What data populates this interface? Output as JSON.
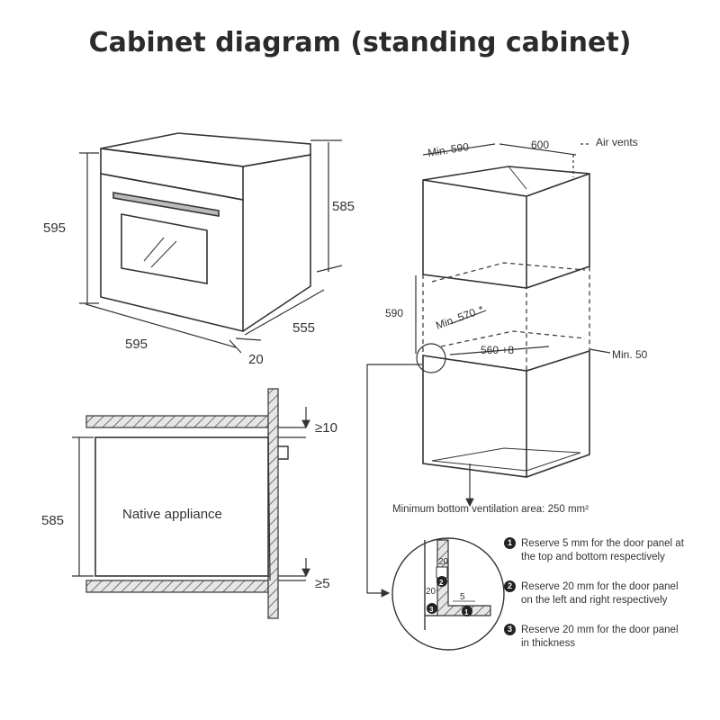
{
  "title": "Cabinet diagram (standing cabinet)",
  "oven_view": {
    "height": "595",
    "width": "595",
    "depth": "555",
    "depth_rear": "585",
    "door_thickness": "20"
  },
  "cabinet_view": {
    "min_width": "Min. 590",
    "depth": "600",
    "air_vents": "Air vents",
    "opening_height": "590",
    "min_depth": "Min. 570",
    "min_depth_mark": "*",
    "opening_width": "560 +8",
    "min_gap": "Min. 50",
    "ventilation_note": "Minimum bottom ventilation area: 250 mm²"
  },
  "section_view": {
    "label": "Native appliance",
    "height": "585",
    "top_gap": "≥10",
    "bottom_gap": "≥5"
  },
  "detail_view": {
    "dim_a": "20",
    "dim_b": "20",
    "dim_c": "5",
    "markers": [
      "1",
      "2",
      "3"
    ]
  },
  "notes": [
    {
      "num": "1",
      "text": "Reserve 5 mm for the door panel at the top and bottom respectively"
    },
    {
      "num": "2",
      "text": "Reserve 20 mm for the door panel on the left and right respectively"
    },
    {
      "num": "3",
      "text": "Reserve 20 mm for the door panel in thickness"
    }
  ]
}
